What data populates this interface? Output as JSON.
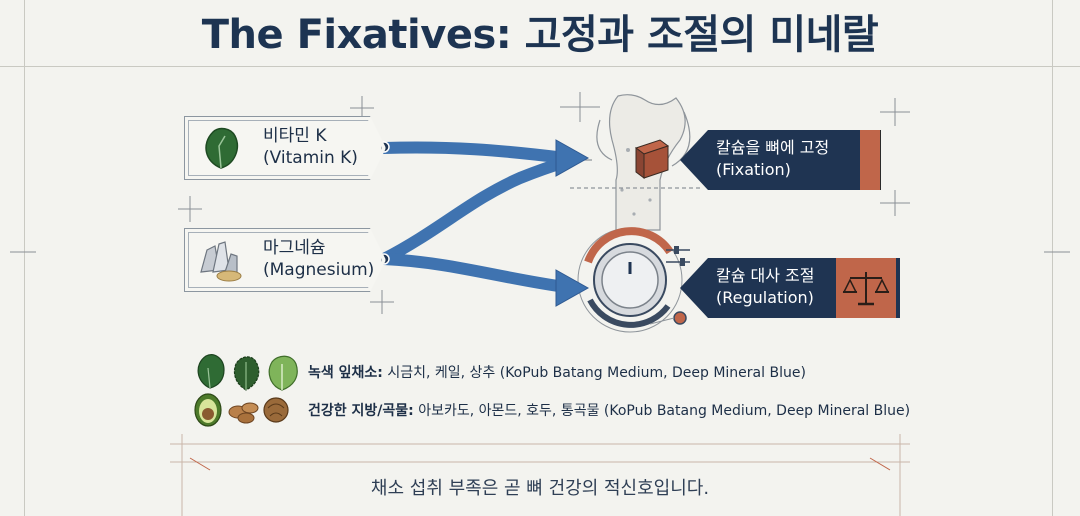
{
  "title": "The Fixatives: 고정과 조절의 미네랄",
  "sources": [
    {
      "name": "비타민 K",
      "sub": "(Vitamin K)",
      "icon": "spinach-leaf-icon"
    },
    {
      "name": "마그네슘",
      "sub": "(Magnesium)",
      "icon": "mineral-crystal-icon"
    }
  ],
  "callouts": [
    {
      "line1": "칼슘을 뼈에 고정",
      "line2": "(Fixation)",
      "icon": "bone-block-icon"
    },
    {
      "line1": "칼슘 대사 조절",
      "line2": "(Regulation)",
      "icon": "balance-scale-icon"
    }
  ],
  "foods": [
    {
      "label": "녹색 잎채소:",
      "text": " 시금치, 케일, 상추 (KoPub Batang Medium, Deep Mineral Blue)",
      "icons": [
        "spinach-icon",
        "kale-icon",
        "lettuce-icon"
      ]
    },
    {
      "label": "건강한 지방/곡물:",
      "text": " 아보카도, 아몬드, 호두, 통곡물 (KoPub Batang Medium, Deep Mineral Blue)",
      "icons": [
        "avocado-icon",
        "almond-icon",
        "walnut-icon"
      ]
    }
  ],
  "footer_note": "채소 섭취 부족은 곧 뼈 건강의 적신호입니다.",
  "colors": {
    "navy": "#1f3452",
    "arrow_blue": "#3f73b0",
    "terracotta": "#c0664a",
    "background": "#f3f3ef"
  }
}
